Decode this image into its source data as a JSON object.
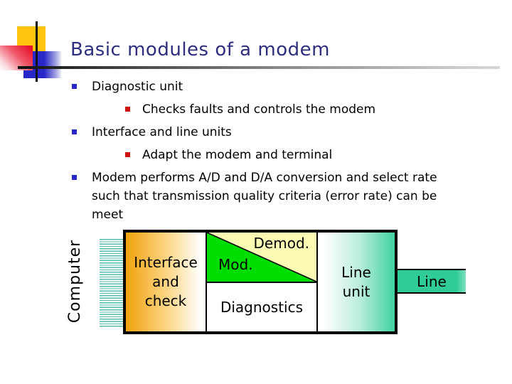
{
  "slide": {
    "title": "Basic modules of a modem",
    "bullets": [
      {
        "level": 1,
        "text": "Diagnostic unit"
      },
      {
        "level": 2,
        "text": "Checks faults and controls the modem"
      },
      {
        "level": 1,
        "text": "Interface and line units"
      },
      {
        "level": 2,
        "text": "Adapt the modem and terminal"
      },
      {
        "level": 1,
        "lines": [
          "Modem performs A/D and D/A conversion and select rate",
          "such that transmission quality criteria (error rate) can be",
          "meet"
        ]
      }
    ]
  },
  "diagram": {
    "computer_label": "Computer",
    "interface_box": {
      "lines": [
        "Interface",
        "and",
        "check"
      ]
    },
    "demodulator_label": "Demod.",
    "modulator_label": "Mod.",
    "diagnostics_label": "Diagnostics",
    "line_unit_box": {
      "lines": [
        "Line",
        "unit"
      ]
    },
    "line_label": "Line"
  },
  "colors": {
    "title_navy": "#2E2E7E",
    "bullet_level1_blue": "#2929C8",
    "bullet_level2_red": "#CC1111",
    "interface_orange": "#F2A20D",
    "modulator_green": "#00DD00",
    "demodulator_yellow": "#FAFAB4",
    "line_teal": "#2FCC96",
    "ribbon_teal": "#52BCAC",
    "logo_yellow": "#FFC40D",
    "logo_blue": "#2828C8",
    "logo_red": "#E8112D"
  }
}
